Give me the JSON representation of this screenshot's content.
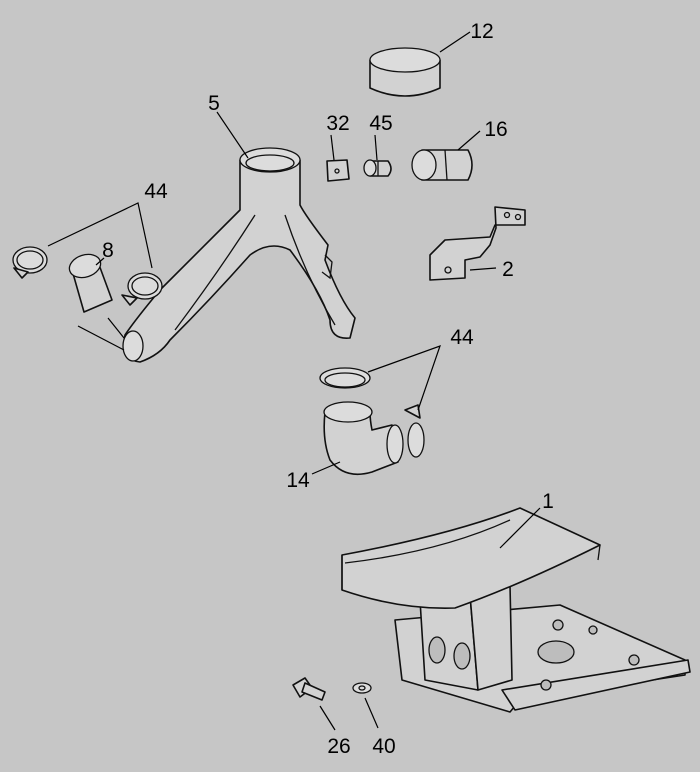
{
  "diagram": {
    "callouts": [
      {
        "id": "12",
        "part": "cap"
      },
      {
        "id": "5",
        "part": "y-pipe"
      },
      {
        "id": "32",
        "part": "square-nut"
      },
      {
        "id": "45",
        "part": "spacer"
      },
      {
        "id": "16",
        "part": "sleeve"
      },
      {
        "id": "44",
        "part": "hose-clamp-upper"
      },
      {
        "id": "8",
        "part": "hose-sleeve"
      },
      {
        "id": "2",
        "part": "bracket"
      },
      {
        "id": "44",
        "part": "hose-clamp-lower"
      },
      {
        "id": "14",
        "part": "elbow-hose"
      },
      {
        "id": "1",
        "part": "support"
      },
      {
        "id": "26",
        "part": "bolt"
      },
      {
        "id": "40",
        "part": "washer"
      }
    ]
  }
}
